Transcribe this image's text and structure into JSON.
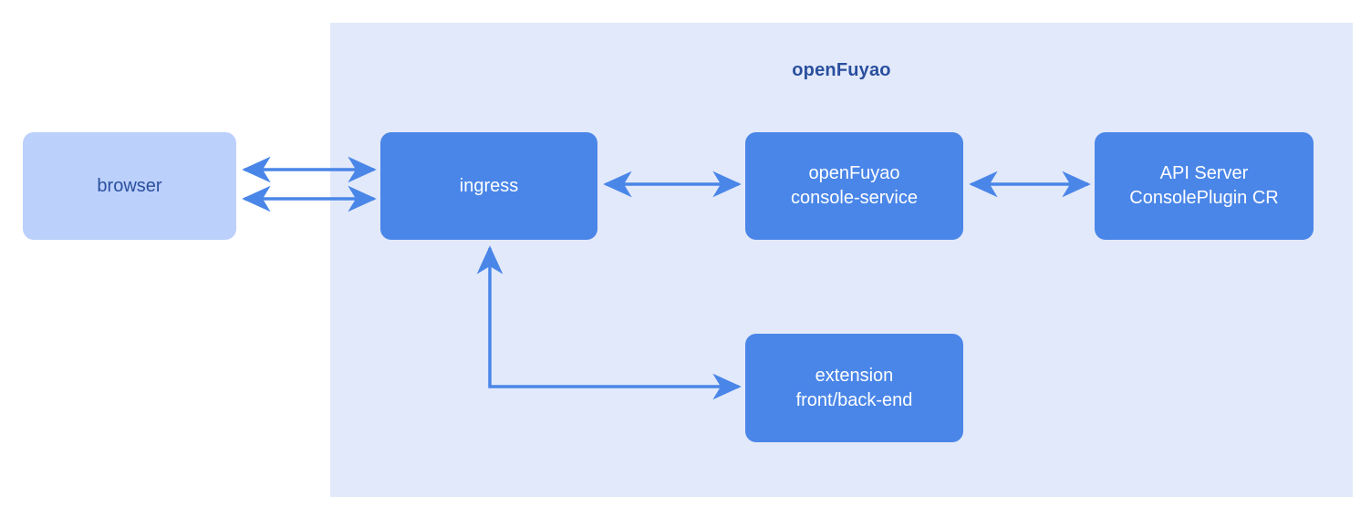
{
  "diagram": {
    "title": "openFuyao",
    "colors": {
      "group_background": "#e2e9fa",
      "node_primary": "#4a86e8",
      "node_secondary": "#bcd0fc",
      "edge": "#4a86e8",
      "text_dark": "#2a4f9e",
      "text_light": "#ffffff",
      "page_background": "#ffffff"
    },
    "nodes": [
      {
        "id": "browser",
        "label": "browser",
        "line1": "browser",
        "line2": "",
        "style": "secondary",
        "inside_group": false
      },
      {
        "id": "ingress",
        "label": "ingress",
        "line1": "ingress",
        "line2": "",
        "style": "primary",
        "inside_group": true
      },
      {
        "id": "console",
        "label": "openFuyao console-service",
        "line1": "openFuyao",
        "line2": "console-service",
        "style": "primary",
        "inside_group": true
      },
      {
        "id": "apiserver",
        "label": "API Server ConsolePlugin CR",
        "line1": "API Server",
        "line2": "ConsolePlugin CR",
        "style": "primary",
        "inside_group": true
      },
      {
        "id": "extension",
        "label": "extension front/back-end",
        "line1": "extension",
        "line2": "front/back-end",
        "style": "primary",
        "inside_group": true
      }
    ],
    "edges": [
      {
        "id": "browser-ingress-top",
        "from": "browser",
        "to": "ingress",
        "direction": "bidirectional",
        "shape": "straight"
      },
      {
        "id": "browser-ingress-bottom",
        "from": "browser",
        "to": "ingress",
        "direction": "bidirectional",
        "shape": "straight"
      },
      {
        "id": "ingress-console",
        "from": "ingress",
        "to": "console",
        "direction": "bidirectional",
        "shape": "straight"
      },
      {
        "id": "console-apiserver",
        "from": "console",
        "to": "apiserver",
        "direction": "bidirectional",
        "shape": "straight"
      },
      {
        "id": "ingress-extension",
        "from": "extension",
        "to": "ingress",
        "direction": "bidirectional",
        "shape": "elbow"
      }
    ]
  }
}
